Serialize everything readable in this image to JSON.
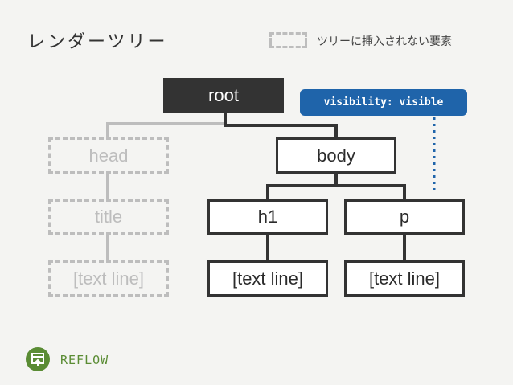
{
  "title": "レンダーツリー",
  "legend": {
    "label": "ツリーに挿入されない要素"
  },
  "nodes": {
    "root": "root",
    "head": "head",
    "title": "title",
    "head_text": "[text line]",
    "body": "body",
    "h1": "h1",
    "p": "p",
    "h1_text": "[text line]",
    "p_text": "[text line]"
  },
  "callout": "visibility: visible",
  "footer": {
    "label": "REFLOW",
    "icon": "reflow-icon"
  },
  "colors": {
    "dark": "#333333",
    "ghost": "#bdbdbd",
    "accent": "#1f64aa",
    "brand": "#5a8c34"
  }
}
